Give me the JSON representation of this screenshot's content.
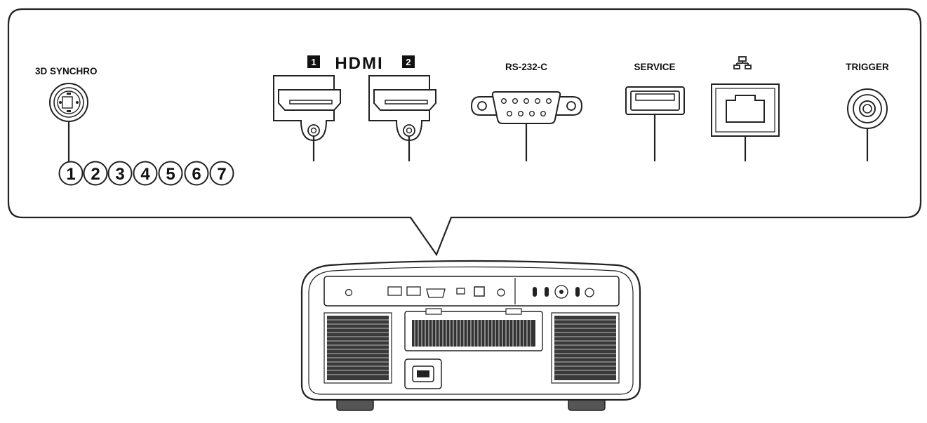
{
  "connectors": {
    "sync": {
      "label": "3D SYNCHRO"
    },
    "hdmi": {
      "logo": "HDMI",
      "port1": "1",
      "port2": "2"
    },
    "rs232": {
      "label": "RS-232-C"
    },
    "service": {
      "label": "SERVICE"
    },
    "lan": {
      "icon": "network-icon"
    },
    "trigger": {
      "label": "TRIGGER"
    }
  },
  "pins": [
    "1",
    "2",
    "3",
    "4",
    "5",
    "6",
    "7"
  ],
  "colors": {
    "line": "#222222",
    "panel": "#ffffff",
    "vent": "#333333"
  }
}
